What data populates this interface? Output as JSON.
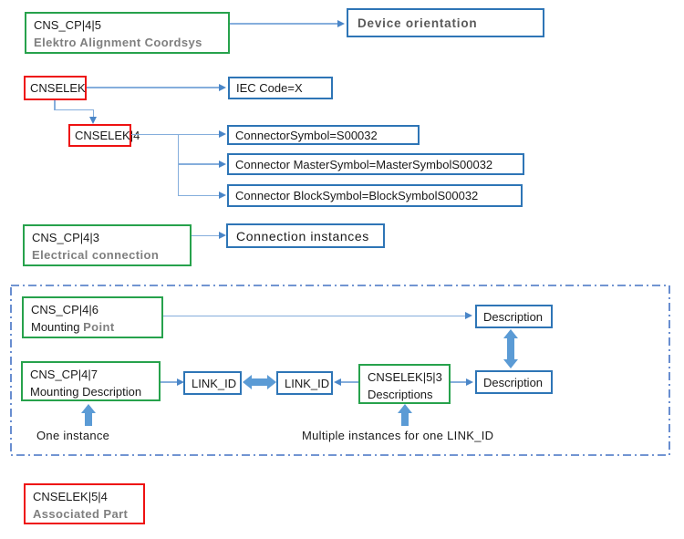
{
  "colors": {
    "green_border": "#27a24c",
    "red_border": "#ee1111",
    "blue_border": "#2e75b6",
    "connector_line_blue": "#85aedc",
    "arrowhead_blue": "#4a86c8",
    "block_arrow_blue": "#5b9bd5",
    "dashed_container_blue": "#4472c4",
    "gray_text": "#7f7f7f",
    "black_text": "#1a1a1a"
  },
  "nodes": {
    "cns_cp_4_5": {
      "line1": "CNS_CP|4|5",
      "line2": "Elektro Alignment Coordsys"
    },
    "device_orientation": {
      "label": "Device orientation"
    },
    "cnselek": {
      "label": "CNSELEK"
    },
    "iec_code": {
      "label": "IEC Code=X"
    },
    "cnselek_4": {
      "label": "CNSELEK|4"
    },
    "connector_symbol": {
      "label": "ConnectorSymbol=S00032"
    },
    "connector_master_symbol": {
      "label": "Connector MasterSymbol=MasterSymbolS00032"
    },
    "connector_block_symbol": {
      "label": "Connector BlockSymbol=BlockSymbolS00032"
    },
    "cns_cp_4_3": {
      "line1": "CNS_CP|4|3",
      "line2": "Electrical connection"
    },
    "connection_instances": {
      "label": "Connection instances"
    },
    "cns_cp_4_6": {
      "line1": "CNS_CP|4|6",
      "line2_normal": "Mounting",
      "line2_gray": "Point"
    },
    "description_top": {
      "label": "Description"
    },
    "cns_cp_4_7": {
      "line1": "CNS_CP|4|7",
      "line2": "Mounting Description"
    },
    "link_id_left": {
      "label": "LINK_ID"
    },
    "link_id_right": {
      "label": "LINK_ID"
    },
    "cnselek_5_3": {
      "line1": "CNSELEK|5|3",
      "line2": "Descriptions"
    },
    "description_bottom": {
      "label": "Description"
    },
    "cnselek_5_4": {
      "line1": "CNSELEK|5|4",
      "line2": "Associated Part"
    }
  },
  "annotations": {
    "one_instance": "One instance",
    "multiple_instances": "Multiple instances for one LINK_ID"
  }
}
